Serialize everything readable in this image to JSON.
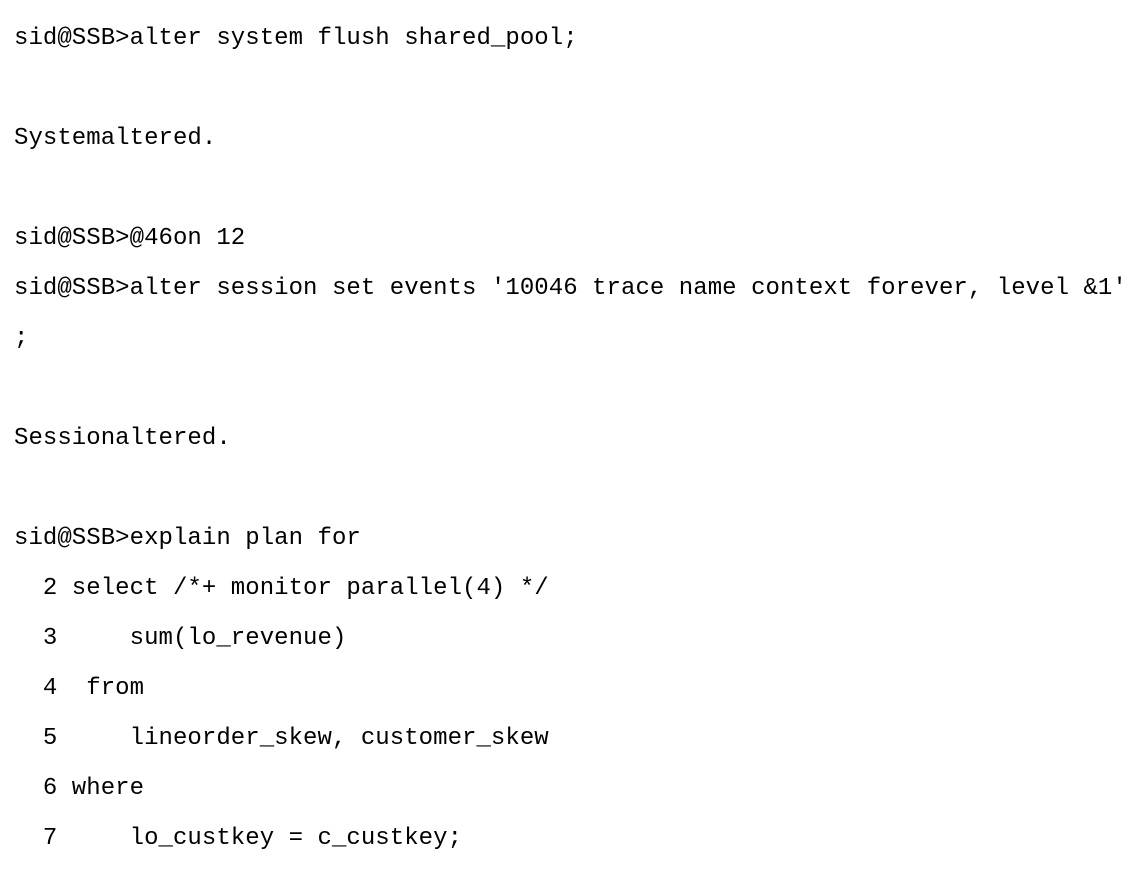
{
  "terminal": {
    "lines": [
      "sid@SSB>alter system flush shared_pool;",
      "Systemaltered.",
      "sid@SSB>@46on 12",
      "sid@SSB>alter session set events '10046 trace name context forever, level &1'",
      ";",
      "Sessionaltered.",
      "sid@SSB>explain plan for",
      "  2 select /*+ monitor parallel(4) */",
      "  3     sum(lo_revenue)",
      "  4  from",
      "  5     lineorder_skew, customer_skew",
      "  6 where",
      "  7     lo_custkey = c_custkey;"
    ]
  }
}
